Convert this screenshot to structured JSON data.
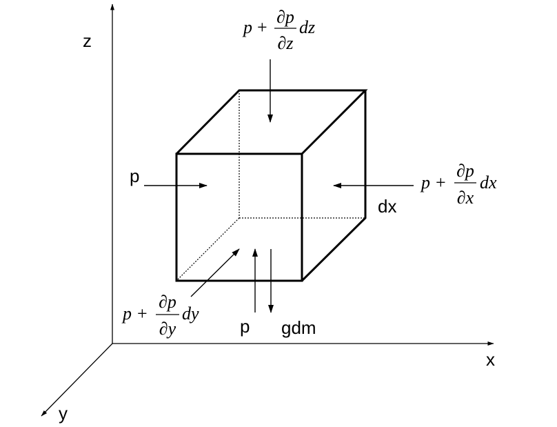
{
  "axes": {
    "x_label": "x",
    "y_label": "y",
    "z_label": "z"
  },
  "labels": {
    "p_left": "p",
    "p_bottom": "p",
    "weight": "gdm",
    "edge_dx": "dx"
  },
  "pressure_z": {
    "base": "p",
    "plus": "+",
    "numerator": "∂p",
    "denominator": "∂z",
    "differential": "dz"
  },
  "pressure_x": {
    "base": "p",
    "plus": "+",
    "numerator": "∂p",
    "denominator": "∂x",
    "differential": "dx"
  },
  "pressure_y": {
    "base": "p",
    "plus": "+",
    "numerator": "∂p",
    "denominator": "∂y",
    "differential": "dy"
  }
}
